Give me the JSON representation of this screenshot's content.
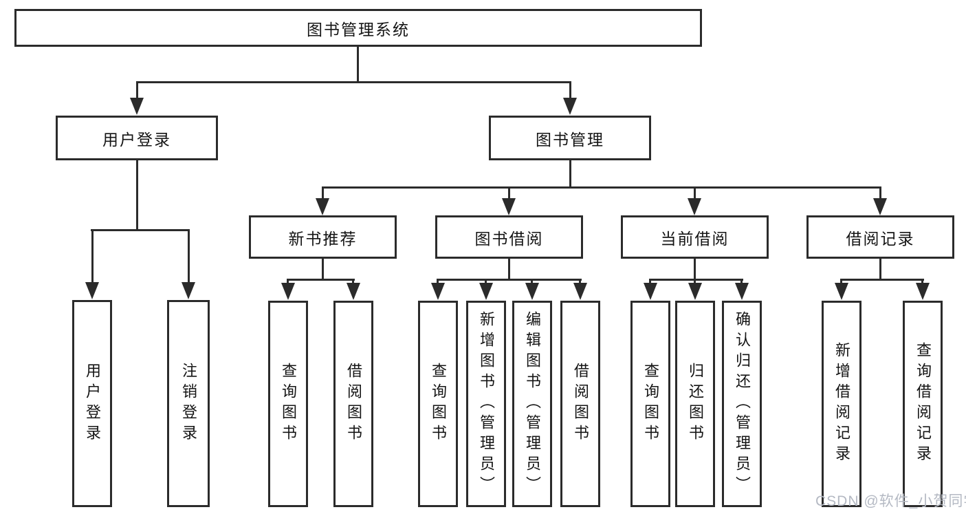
{
  "diagram": {
    "root": "图书管理系统",
    "level2": {
      "user_login": "用户登录",
      "book_mgmt": "图书管理"
    },
    "level3": {
      "new_book_rec": "新书推荐",
      "book_borrow": "图书借阅",
      "current_borrow": "当前借阅",
      "borrow_record": "借阅记录"
    },
    "leaves": {
      "login": "用户登录",
      "logout": "注销登录",
      "nbr_query_book": "查询图书",
      "nbr_borrow_book": "借阅图书",
      "bb_query_book": "查询图书",
      "bb_add_book": "新增图书（管理员）",
      "bb_edit_book": "编辑图书（管理员）",
      "bb_borrow_book": "借阅图书",
      "cb_query_book": "查询图书",
      "cb_return_book": "归还图书",
      "cb_confirm_return": "确认归还（管理员）",
      "br_add_record": "新增借阅记录",
      "br_query_record": "查询借阅记录"
    }
  },
  "watermark": "CSDN @软件_小贺同学",
  "colors": {
    "line": "#2b2b2b",
    "text": "#141414",
    "watermark": "#b4b9c3",
    "background": "#ffffff"
  }
}
